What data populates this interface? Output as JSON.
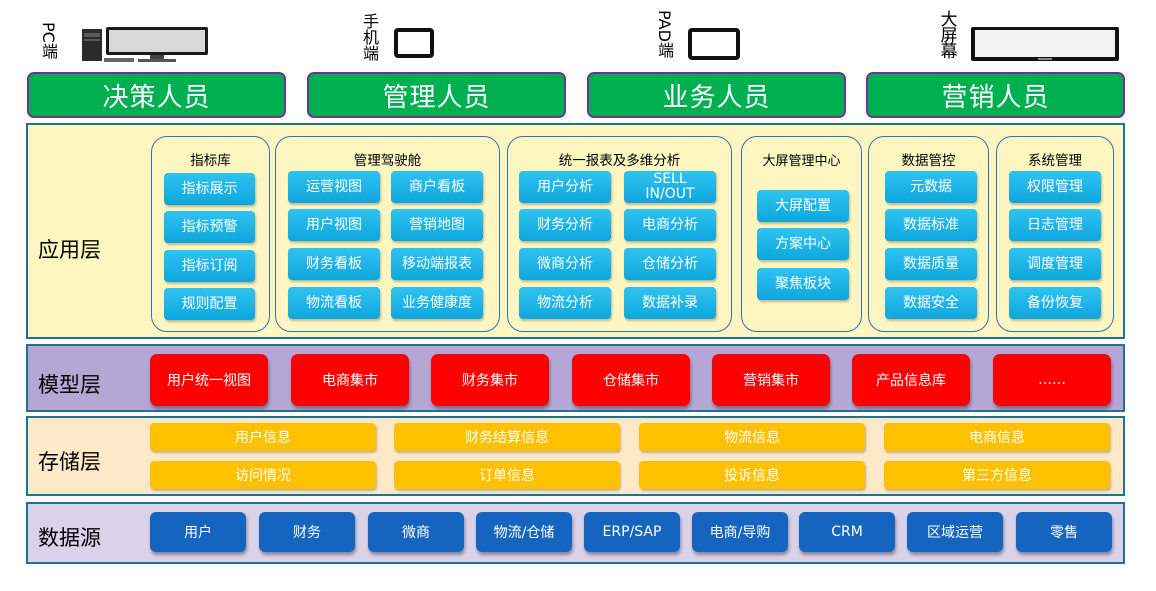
{
  "devices": {
    "pc": "PC端",
    "mobile": "手机端",
    "pad": "PAD端",
    "bigscreen": "大屏幕"
  },
  "roles": [
    "决策人员",
    "管理人员",
    "业务人员",
    "营销人员"
  ],
  "layers": {
    "app": "应用层",
    "model": "模型层",
    "storage": "存储层",
    "source": "数据源"
  },
  "app_groups": {
    "indicator": {
      "title": "指标库",
      "items": [
        "指标展示",
        "指标预警",
        "指标订阅",
        "规则配置"
      ]
    },
    "cockpit": {
      "title": "管理驾驶舱",
      "items": [
        "运营视图",
        "商户看板",
        "用户视图",
        "营销地图",
        "财务看板",
        "移动端报表",
        "物流看板",
        "业务健康度"
      ]
    },
    "report": {
      "title": "统一报表及多维分析",
      "items": [
        "用户分析",
        "SELL IN/OUT",
        "财务分析",
        "电商分析",
        "微商分析",
        "仓储分析",
        "物流分析",
        "数据补录"
      ]
    },
    "bigscreen": {
      "title": "大屏管理中心",
      "items": [
        "大屏配置",
        "方案中心",
        "聚焦板块"
      ]
    },
    "governance": {
      "title": "数据管控",
      "items": [
        "元数据",
        "数据标准",
        "数据质量",
        "数据安全"
      ]
    },
    "system": {
      "title": "系统管理",
      "items": [
        "权限管理",
        "日志管理",
        "调度管理",
        "备份恢复"
      ]
    }
  },
  "model_items": [
    "用户统一视图",
    "电商集市",
    "财务集市",
    "仓储集市",
    "营销集市",
    "产品信息库",
    "……"
  ],
  "storage_items": [
    "用户信息",
    "财务结算信息",
    "物流信息",
    "电商信息",
    "访问情况",
    "订单信息",
    "投诉信息",
    "第三方信息"
  ],
  "source_items": [
    "用户",
    "财务",
    "微商",
    "物流/仓储",
    "ERP/SAP",
    "电商/导购",
    "CRM",
    "区域运营",
    "零售"
  ]
}
